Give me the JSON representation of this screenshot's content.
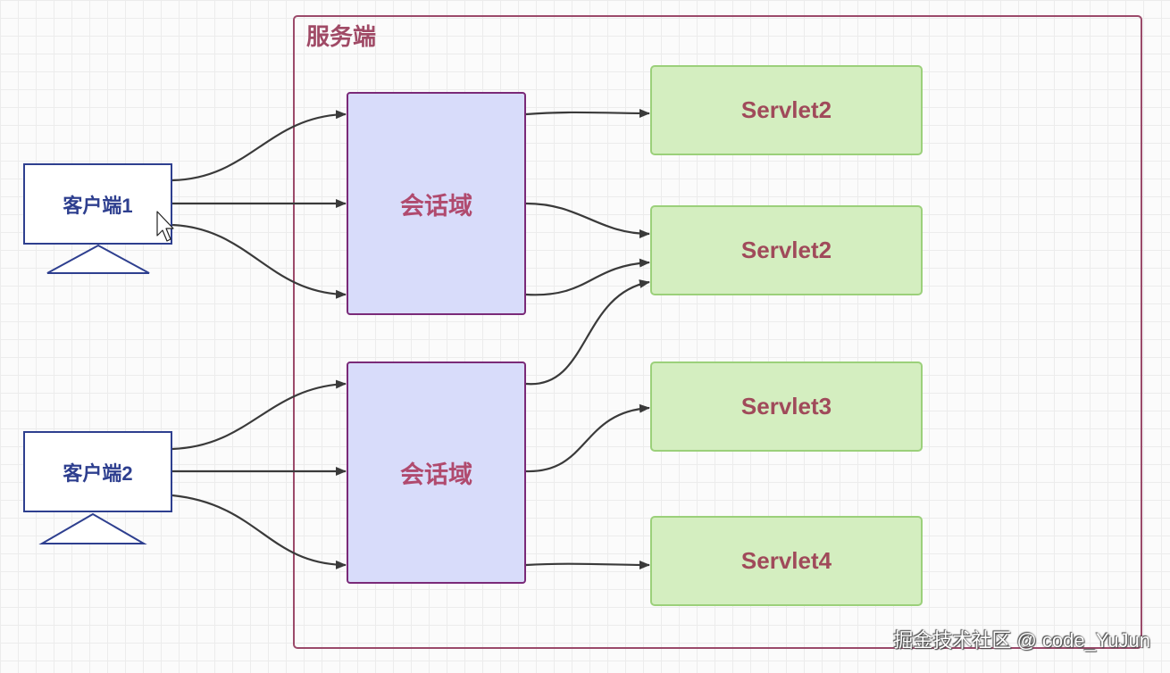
{
  "server": {
    "title": "服务端"
  },
  "clients": [
    {
      "label": "客户端1"
    },
    {
      "label": "客户端2"
    }
  ],
  "sessions": [
    {
      "label": "会话域"
    },
    {
      "label": "会话域"
    }
  ],
  "servlets": [
    {
      "label": "Servlet2"
    },
    {
      "label": "Servlet2"
    },
    {
      "label": "Servlet3"
    },
    {
      "label": "Servlet4"
    }
  ],
  "watermark": "掘金技术社区 @ code_YuJun",
  "colors": {
    "server_border": "#9b4a6a",
    "client_border": "#2e3f8f",
    "session_fill": "#d8dcfa",
    "session_border": "#7a2a78",
    "servlet_fill": "#d4eec0",
    "servlet_border": "#9bd07a",
    "arrow": "#3a3a3a"
  }
}
